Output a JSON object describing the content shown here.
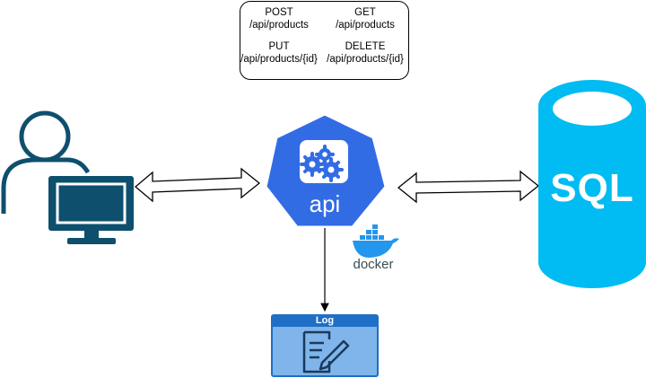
{
  "routes": [
    {
      "method": "POST",
      "path": "/api/products"
    },
    {
      "method": "GET",
      "path": "/api/products"
    },
    {
      "method": "PUT",
      "path": "/api/products/{id}"
    },
    {
      "method": "DELETE",
      "path": "/api/products/{id}"
    }
  ],
  "api": {
    "label": "api",
    "icon": "gears-icon"
  },
  "database": {
    "label": "SQL",
    "icon": "database-cylinder-icon"
  },
  "docker": {
    "label": "docker",
    "icon": "docker-whale-icon"
  },
  "log": {
    "label": "Log",
    "icon": "document-edit-icon"
  },
  "colors": {
    "user": "#0e4f6e",
    "api": "#326ce5",
    "sql": "#00bcf2",
    "log_header": "#1f6fc6",
    "log_body": "#7fb5ea",
    "docker": "#2496ed"
  }
}
